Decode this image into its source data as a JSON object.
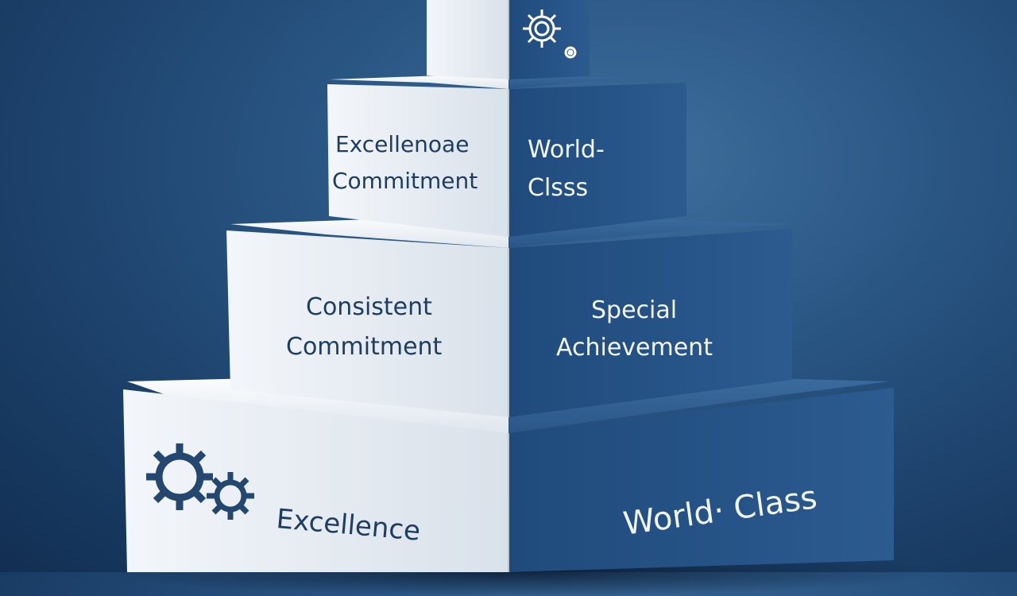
{
  "colors": {
    "background": "#1f4a78",
    "face_light": "#e9eef4",
    "face_dark": "#234f82",
    "text_dark": "#1e3d63",
    "text_light": "#f2f6fb"
  },
  "tiers": [
    {
      "left_lines": [
        "Excellenoae",
        "Commitment"
      ],
      "right_lines": [
        "World-",
        "Clsss"
      ]
    },
    {
      "left_lines": [
        "Consistent",
        "Commitment"
      ],
      "right_lines": [
        "Special",
        "Achievement"
      ]
    },
    {
      "left_lines": [
        "Excellence"
      ],
      "right_lines": [
        "World· Class"
      ],
      "left_icon": "gears-icon"
    }
  ],
  "top_icon": "gear-emblem-icon"
}
